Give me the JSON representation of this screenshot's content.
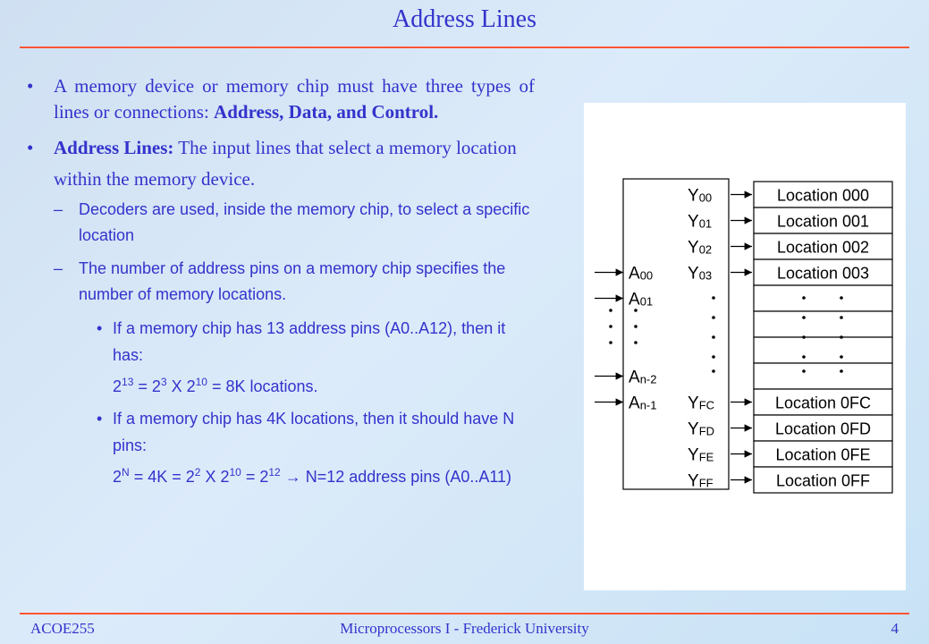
{
  "slide": {
    "title": "Address Lines",
    "page_number": "4"
  },
  "content": {
    "bullet1": {
      "text_plain": "A memory device or memory chip must have three types of  lines or connections: ",
      "text_bold": "Address, Data, and Control."
    },
    "bullet2": {
      "label": "Address Lines:",
      "text": " The input lines that select a memory location within the memory device."
    },
    "dash1": "Decoders are used, inside the memory chip, to select a specific location",
    "dash2": "The number of address pins on a memory chip specifies the number of memory locations.",
    "sub1": "If a memory chip has 13 address pins (A0..A12), then it has:",
    "formula1": {
      "base1": "2",
      "exp1": "13",
      "eq1": " = 2",
      "exp2": "3",
      "x1": " X 2",
      "exp3": "10",
      "res": " = 8K locations."
    },
    "sub2": "If a memory chip has 4K locations, then it should have N pins:",
    "formula2": {
      "base1": "2",
      "exp1": "N",
      "eq1": " = 4K = 2",
      "exp2": "2",
      "x1": " X 2",
      "exp3": "10",
      "eq2": " = 2",
      "exp4": "12",
      "arrow": " → ",
      "res": "N=12 address pins (A0..A11)"
    }
  },
  "diagram": {
    "outputs_top": [
      {
        "base": "Y",
        "sub": "00",
        "loc": "Location 000"
      },
      {
        "base": "Y",
        "sub": "01",
        "loc": "Location 001"
      },
      {
        "base": "Y",
        "sub": "02",
        "loc": "Location 002"
      },
      {
        "base": "Y",
        "sub": "03",
        "loc": "Location 003"
      }
    ],
    "outputs_bottom": [
      {
        "base": "Y",
        "sub": "FC",
        "loc": "Location 0FC"
      },
      {
        "base": "Y",
        "sub": "FD",
        "loc": "Location 0FD"
      },
      {
        "base": "Y",
        "sub": "FE",
        "loc": "Location 0FE"
      },
      {
        "base": "Y",
        "sub": "FF",
        "loc": "Location 0FF"
      }
    ],
    "inputs": [
      {
        "base": "A",
        "sub": "00"
      },
      {
        "base": "A",
        "sub": "01"
      },
      {
        "base": "A",
        "sub": "n-2"
      },
      {
        "base": "A",
        "sub": "n-1"
      }
    ]
  },
  "footer": {
    "left": "ACOE255",
    "center": "Microprocessors I - Frederick University"
  }
}
